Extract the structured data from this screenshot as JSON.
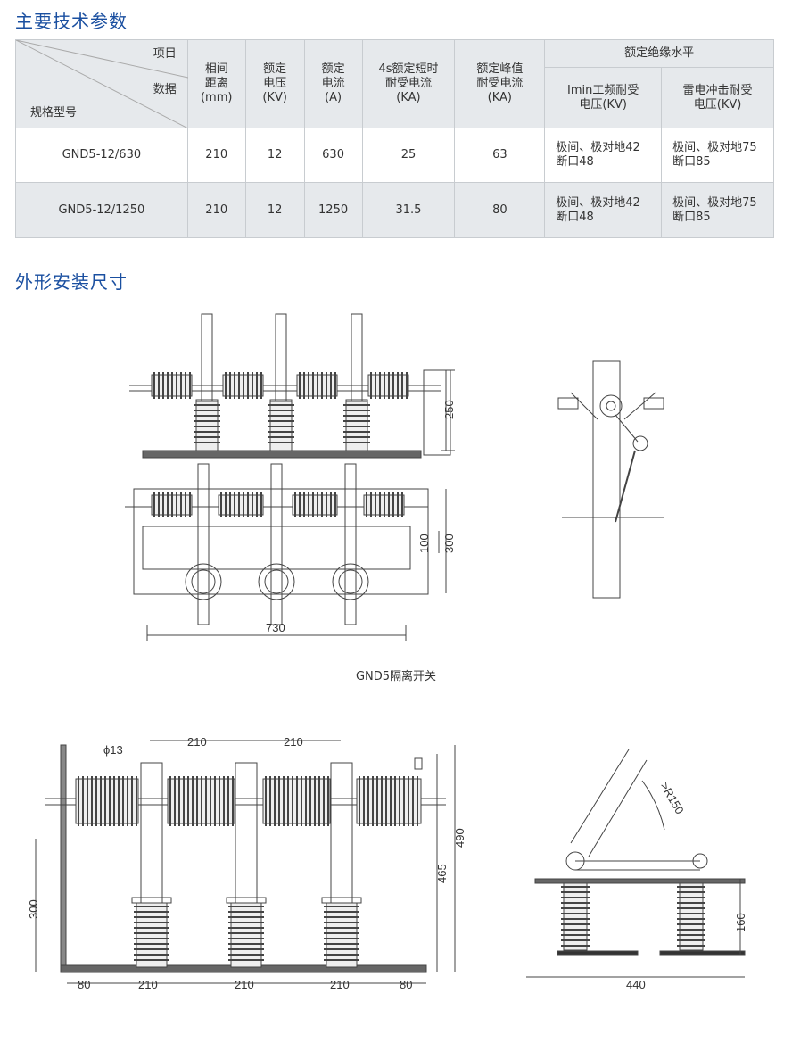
{
  "section1_title": "主要技术参数",
  "section2_title": "外形安装尺寸",
  "table": {
    "corner": {
      "top": "项目",
      "mid": "数据",
      "bottom": "规格型号"
    },
    "headers": [
      "相间\n距离\n(mm)",
      "额定\n电压\n(KV)",
      "额定\n电流\n(A)",
      "4s额定短时\n耐受电流\n(KA)",
      "额定峰值\n耐受电流\n(KA)"
    ],
    "group_header": "额定绝缘水平",
    "sub_headers": [
      "Imin工频耐受\n电压(KV)",
      "雷电冲击耐受\n电压(KV)"
    ],
    "rows": [
      [
        "GND5-12/630",
        "210",
        "12",
        "630",
        "25",
        "63",
        "极间、极对地42\n断口48",
        "极间、极对地75\n断口85"
      ],
      [
        "GND5-12/1250",
        "210",
        "12",
        "1250",
        "31.5",
        "80",
        "极间、极对地42\n断口48",
        "极间、极对地75\n断口85"
      ]
    ]
  },
  "drawing1": {
    "dims": {
      "h250": "250",
      "h300": "300",
      "h100": "100",
      "w730": "730"
    },
    "caption": "GND5隔离开关"
  },
  "drawing2": {
    "dims": {
      "phi": "ϕ13",
      "p1": "210",
      "p2": "210",
      "h300": "300",
      "h465": "465",
      "h490": "490",
      "b80a": "80",
      "b210a": "210",
      "b210b": "210",
      "b210c": "210",
      "b80b": "80",
      "r150": ">R150",
      "h160": "160",
      "w440": "440"
    }
  }
}
